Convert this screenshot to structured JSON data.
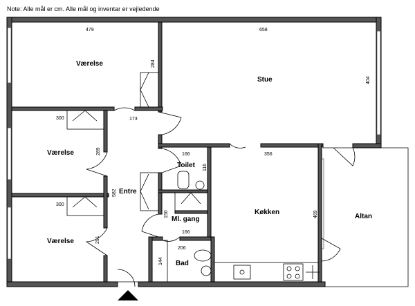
{
  "note": "Note: Alle mål er cm. Alle mål og inventar er vejledende",
  "rooms": {
    "vaerelse_top": "Værelse",
    "stue": "Stue",
    "vaerelse_mid": "Værelse",
    "toilet": "Toilet",
    "entre": "Entre",
    "ml_gang": "Ml. gang",
    "koekken": "Køkken",
    "altan": "Altan",
    "vaerelse_bottom": "Værelse",
    "bad": "Bad"
  },
  "dimensions": {
    "d479": "479",
    "d658": "658",
    "d284": "284",
    "d404": "404",
    "d173": "173",
    "d300a": "300",
    "d289": "289",
    "d166a": "166",
    "d116": "116",
    "d356": "356",
    "d582": "582",
    "d300b": "300",
    "d150": "150",
    "d469": "469",
    "d166b": "166",
    "d291": "291",
    "d206": "206",
    "d144": "144"
  },
  "colors": {
    "wall": "#555555",
    "line": "#000000",
    "background": "#ffffff"
  }
}
